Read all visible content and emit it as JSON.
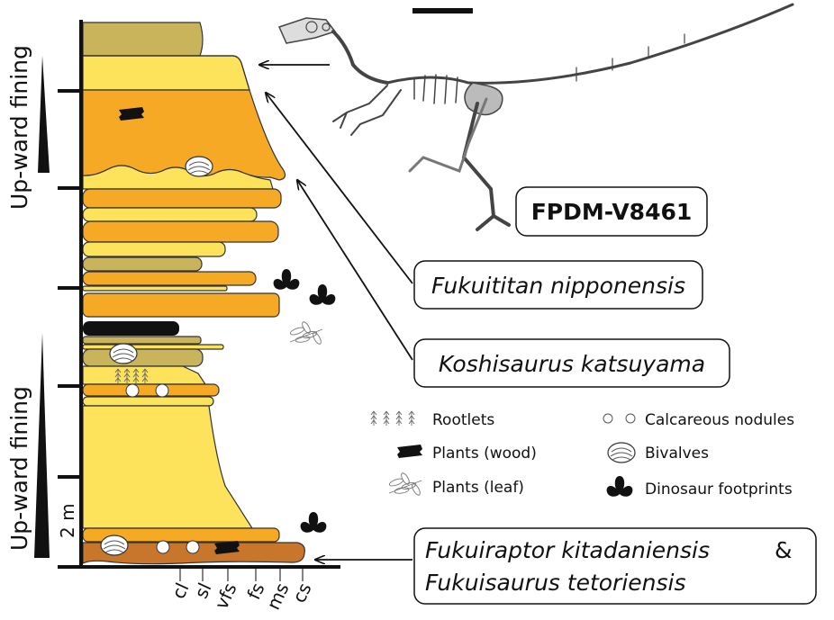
{
  "axis_label_upper": "Up-ward fining",
  "axis_label_lower": "Up-ward fining",
  "scale_label": "2 m",
  "grain_sizes": [
    "cl",
    "sl",
    "vfs",
    "fs",
    "ms",
    "cs"
  ],
  "specimen_label": "FPDM-V8461",
  "taxa": {
    "fukuititan": "Fukuititan nipponensis",
    "koshisaurus": "Koshisaurus katsuyama",
    "fukuiraptor": "Fukuiraptor kitadaniensis",
    "ampersand": "&",
    "fukuisaurus": "Fukuisaurus tetoriensis"
  },
  "legend": {
    "rootlets": "Rootlets",
    "plants_wood": "Plants (wood)",
    "plants_leaf": "Plants (leaf)",
    "calcareous_nodules": "Calcareous nodules",
    "bivalves": "Bivalves",
    "dinosaur_footprints": "Dinosaur footprints"
  },
  "colors": {
    "tan": "#c9b45b",
    "yellow": "#fde35c",
    "orange": "#f6a925",
    "brown": "#c8762b",
    "coal": "#111111"
  }
}
